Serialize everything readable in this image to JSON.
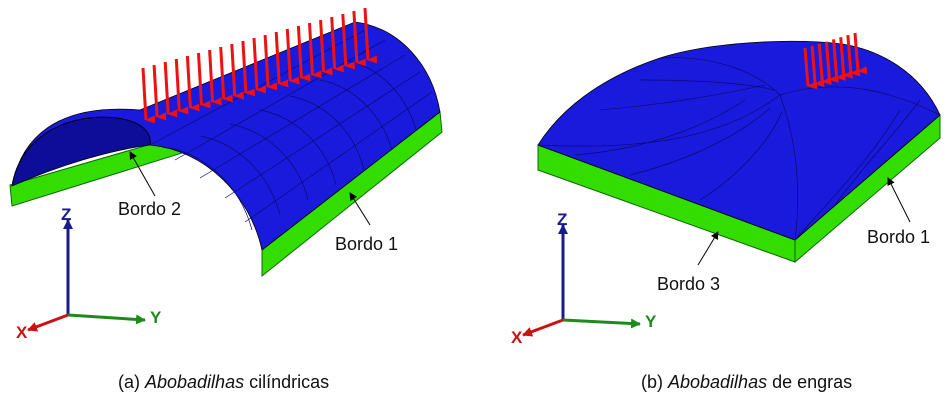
{
  "panels": [
    {
      "caption": {
        "prefix": "(a) ",
        "italic": "Abobadilhas",
        "suffix": " cilíndricas"
      },
      "edge_labels": [
        "Bordo 2",
        "Bordo 1"
      ],
      "axes": {
        "z": "Z",
        "y": "Y",
        "x": "X"
      }
    },
    {
      "caption": {
        "prefix": "(b) ",
        "italic": "Abobadilhas",
        "suffix": " de engras"
      },
      "edge_labels": [
        "Bordo 1",
        "Bordo 3"
      ],
      "axes": {
        "z": "Z",
        "y": "Y",
        "x": "X"
      }
    }
  ],
  "colors": {
    "shell": "#1a1adc",
    "shell_dark": "#0d0d9a",
    "base": "#33dd00",
    "load": "#ee1111",
    "axis_z": "#1a1a8c",
    "axis_y": "#1e8a1e",
    "axis_x": "#cc1111"
  }
}
